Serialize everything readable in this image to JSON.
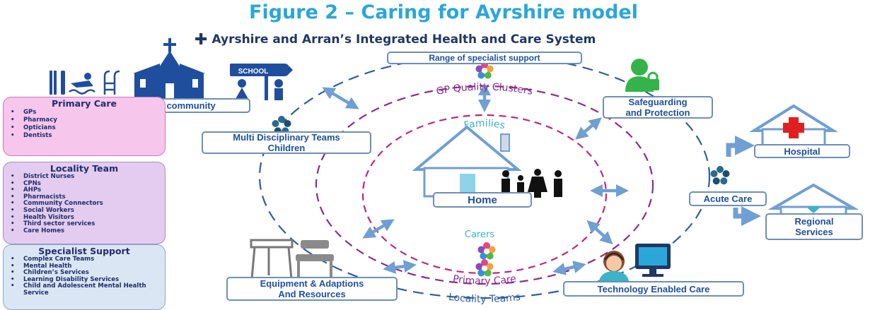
{
  "figure_title": "Figure 2 – Caring for Ayrshire model",
  "subtitle": "Ayrshire and Arran’s Integrated  Health and Care System",
  "nodes": {
    "specialist_support": "Range of specialist support",
    "community": "Your community",
    "school_sign": "SCHOOL",
    "safeguarding": [
      "Safeguarding",
      "and Protection"
    ],
    "mdt": [
      "Multi Disciplinary Teams",
      "Children"
    ],
    "home": "Home",
    "hospital": "Hospital",
    "acute_care": "Acute Care",
    "regional": [
      "Regional",
      "Services"
    ],
    "equipment": [
      "Equipment & Adaptions",
      "And Resources"
    ],
    "technology": "Technology Enabled Care"
  },
  "ring_labels": {
    "gp": "GP Quality Clusters",
    "families": "Families",
    "carers": "Carers",
    "primary": "Primary Care",
    "locality": "Locality Teams"
  },
  "panels": {
    "primary": {
      "title": "Primary Care",
      "items": [
        "GPs",
        "Pharmacy",
        "Opticians",
        "Dentists"
      ]
    },
    "locality": {
      "title": "Locality Team",
      "items": [
        "District Nurses",
        "CPNs",
        "AHPs",
        "Pharmacists",
        "Community Connectors",
        "Social Workers",
        "Health Visitors",
        "Third sector services",
        "Care Homes"
      ]
    },
    "specialist": {
      "title": "Specialist Support",
      "items": [
        "Complex Care Teams",
        "Mental Health",
        "Children’s Services",
        "Learning Disability Services",
        "Child and Adolescent Mental Health Service"
      ]
    }
  },
  "colors": {
    "title": "#2aa7d8",
    "outer_ring": "#2e5f9e",
    "middle_ring": "#8b2a8f",
    "inner_ring": "#c0267f",
    "arrow": "#6f9fd3",
    "box_border": "#6d8fb8",
    "label_text": "#1f4e9e",
    "ring_text": "#8b2a8f",
    "teal_text": "#3bb3c9"
  },
  "icons": [
    "cross-icon",
    "cutlery-icon",
    "swimmer-icon",
    "pool-ladder-icon",
    "church-icon",
    "school-children-icon",
    "flower-team-icon",
    "security-person-icon",
    "house-icon",
    "family-icon",
    "hospital-icon",
    "walking-frame-icon",
    "commode-chair-icon",
    "call-centre-person-icon",
    "computer-icon"
  ]
}
